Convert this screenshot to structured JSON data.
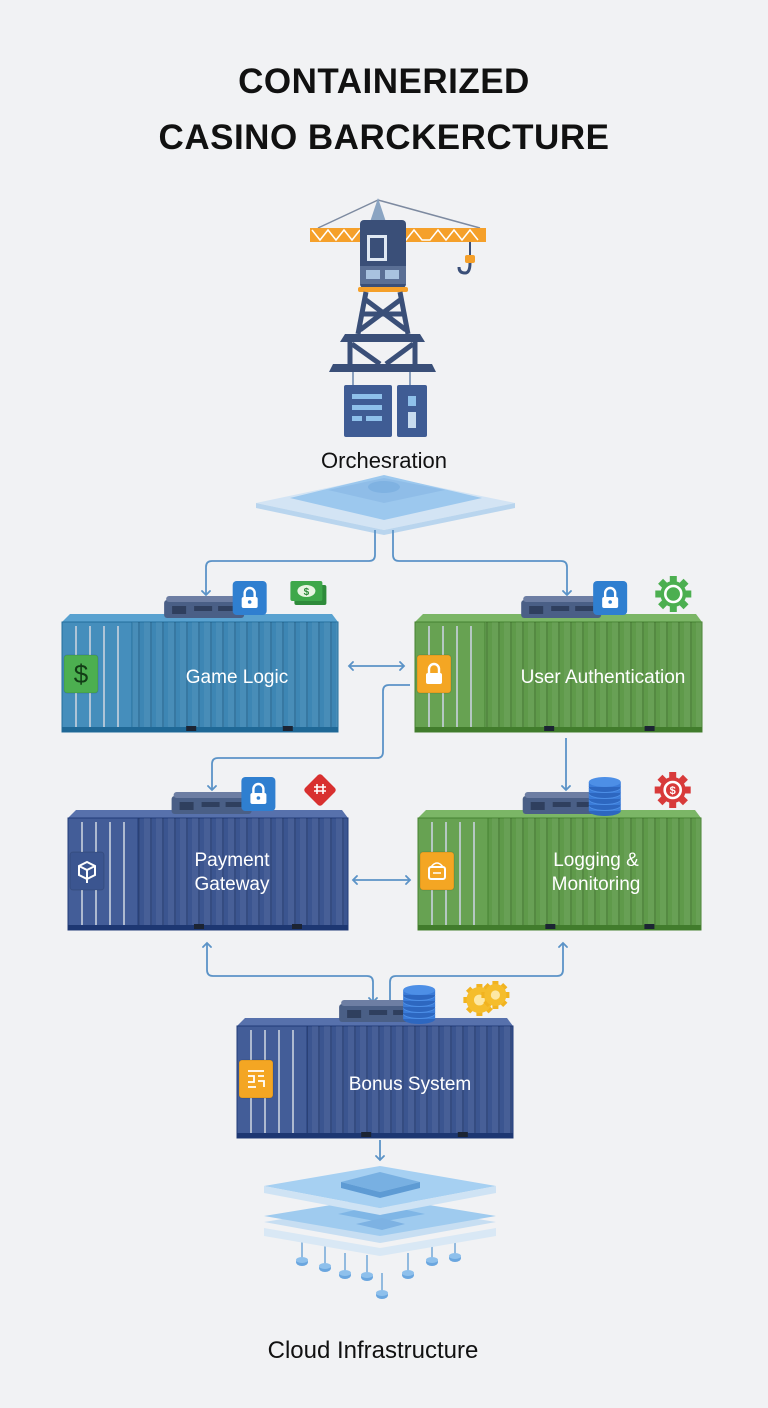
{
  "title": {
    "line1": "CONTAINERIZED",
    "line2": "CASINO BARCKERCTURE"
  },
  "orchestration": {
    "label": "Orchesration",
    "icon": "crane-icon"
  },
  "containers": [
    {
      "id": "game-logic",
      "label_lines": [
        "Game Logic"
      ],
      "color": "#3d86b4",
      "side_icon": "dollar-icon",
      "side_color": "#4caf50",
      "top_icons": [
        "lock-icon",
        "cash-icon"
      ]
    },
    {
      "id": "user-authentication",
      "label_lines": [
        "User Authentication"
      ],
      "color": "#5f9a4a",
      "side_icon": "lock-icon",
      "side_color": "#f4a623",
      "top_icons": [
        "lock-icon",
        "refresh-gear-icon"
      ]
    },
    {
      "id": "payment-gateway",
      "label_lines": [
        "Payment",
        "Gateway"
      ],
      "color": "#3b5590",
      "side_icon": "package-icon",
      "side_color": "#3b5590",
      "top_icons": [
        "lock-icon",
        "casino-chip-icon"
      ]
    },
    {
      "id": "logging-monitoring",
      "label_lines": [
        "Logging &",
        "Monitoring"
      ],
      "color": "#5f9a4a",
      "side_icon": "log-icon",
      "side_color": "#f4a623",
      "top_icons": [
        "database-icon",
        "dollar-gear-icon"
      ]
    },
    {
      "id": "bonus-system",
      "label_lines": [
        "Bonus System"
      ],
      "color": "#3b5590",
      "side_icon": "bonus-icon",
      "side_color": "#f4a623",
      "top_icons": [
        "database-icon",
        "gold-gears-icon"
      ]
    }
  ],
  "infrastructure": {
    "label": "Cloud Infrastructure",
    "icon": "cloud-layers-icon"
  },
  "colors": {
    "arrow": "#5b93c7",
    "background": "#f1f2f4",
    "crane_orange": "#f5a02a",
    "crane_navy": "#3a4f78",
    "platform_blue": "#8fc0ea"
  }
}
